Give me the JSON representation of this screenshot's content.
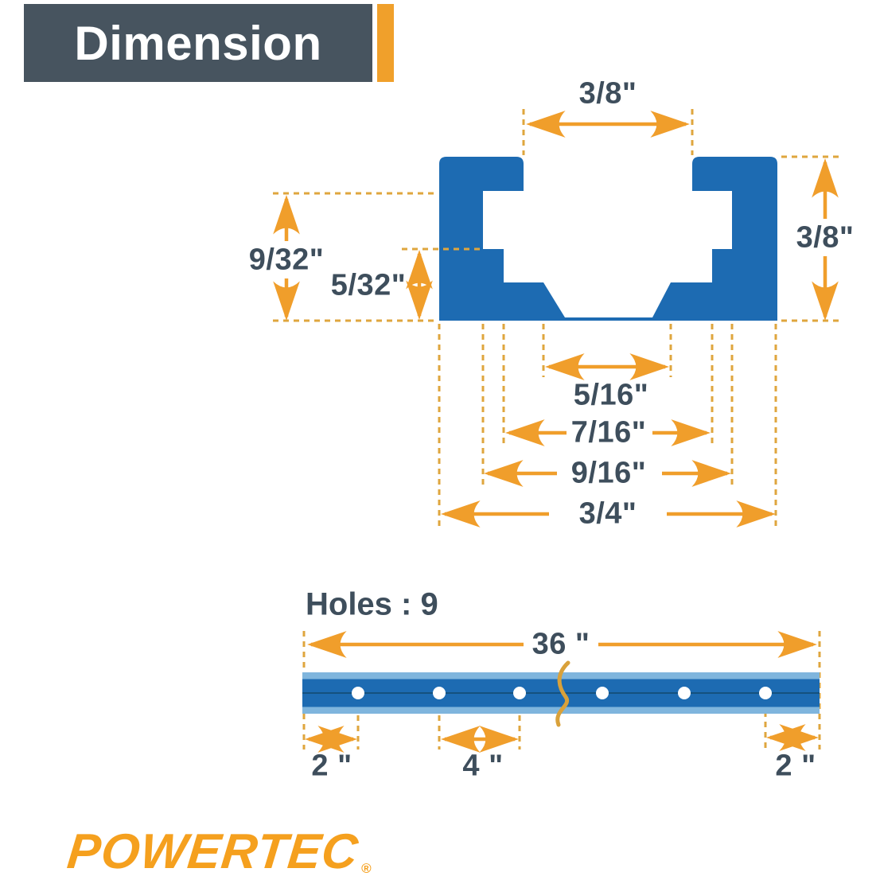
{
  "header": {
    "title": "Dimension"
  },
  "cross_section": {
    "slot_width": "3/8\"",
    "overall_height": "3/8\"",
    "lip_depth": "9/32\"",
    "base_depth": "5/32\"",
    "groove_bottom_width": "5/16\"",
    "groove_lower_width": "7/16\"",
    "groove_upper_width": "9/16\"",
    "overall_width": "3/4\""
  },
  "track": {
    "holes_label": "Holes : 9",
    "length": "36 \"",
    "end_spacing_left": "2 \"",
    "hole_spacing": "4 \"",
    "end_spacing_right": "2 \""
  },
  "logo": {
    "brand": "POWERTEC",
    "registered_mark": "®"
  },
  "colors": {
    "profile_blue": "#1D6BB2",
    "track_light_blue": "#7FB5DD",
    "track_center_line": "#15517E",
    "arrow_orange": "#F09E2B",
    "dash_orange": "#DFA63E",
    "label_slate": "#3E4E5C",
    "header_bg": "#47545F",
    "logo_orange": "#F5A01E"
  }
}
